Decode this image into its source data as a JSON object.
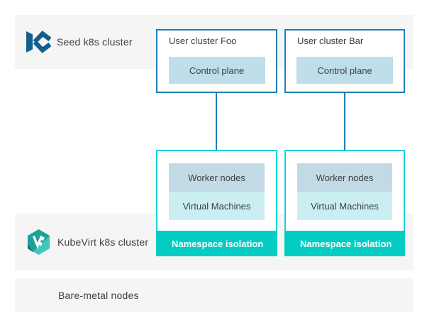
{
  "seed_band": {
    "label": "Seed k8s cluster",
    "logo": "kubermatic-logo"
  },
  "kubevirt_band": {
    "label": "KubeVirt k8s cluster",
    "logo": "kubevirt-logo"
  },
  "baremetal_band": {
    "label": "Bare-metal nodes"
  },
  "user_clusters": [
    {
      "title": "User cluster Foo",
      "control_plane_label": "Control plane"
    },
    {
      "title": "User cluster Bar",
      "control_plane_label": "Control plane"
    }
  ],
  "tenant_nodes": [
    {
      "worker_label": "Worker nodes",
      "vm_label": "Virtual Machines",
      "isolation_label": "Namespace isolation"
    },
    {
      "worker_label": "Worker nodes",
      "vm_label": "Virtual Machines",
      "isolation_label": "Namespace isolation"
    }
  ],
  "colors": {
    "band_bg": "#F5F5F5",
    "blue_border": "#1E80B5",
    "kubermatic_logo_blue": "#135E8D",
    "control_plane_bg": "#BFDDEA",
    "worker_bg": "#C2DAE6",
    "vm_bg": "#CBEEF2",
    "teal_border": "#12D3DA",
    "isolation_bg": "#05CCC3",
    "kubevirt_teal_light": "#44C4BE",
    "kubevirt_teal_dark": "#1FA09B",
    "text": "#3C4043"
  }
}
